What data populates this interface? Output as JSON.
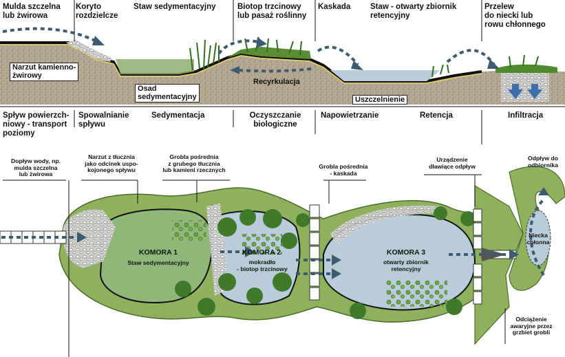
{
  "top_labels": [
    "Mulda szczelna\nlub żwirowa",
    "Koryto\nrozdzielcze",
    "Staw sedymentacyjny",
    "Biotop trzcinowy\nlub pasaż roślinny",
    "Kaskada",
    "Staw - otwarty zbiornik\nretencyjny",
    "Przelew\ndo niecki lub\nrowu chłonnego"
  ],
  "section_labels": {
    "narzut": "Narzut kamienno-\nżwirowy",
    "osad": "Osad\nsedymentacyjny",
    "recyrkulacja": "Recyrkulacja",
    "uszczelnienie": "Uszczelnienie"
  },
  "process_labels": [
    "Spływ powierzch-\nniowy - transport\npoziomy",
    "Spowalnianie\nspływu",
    "Sedymentacja",
    "Oczyszczanie\nbiologiczne",
    "Napowietrzanie",
    "Retencja",
    "Infiltracja"
  ],
  "plan_labels": {
    "doplyw": "Dopływ wody, np.\nmulda szczelna\nlub żwirowa",
    "narzut_tlucznia": "Narzut z tłucznia\njako odcinek uspo-\nkojonego spływu",
    "grobla_posrednia": "Grobla pośrednia\nz grubego tłucznia\nlub kamieni rzecznych",
    "grobla_kaskada": "Grobla pośrednia\n- kaskada",
    "urzadzenie": "Urządzenie\ndławiące odpływ",
    "odplyw": "Odpływ do\nodbiornika",
    "niecka": "Niecka\nchłonna",
    "odciazenie": "Odciążenie\nawaryjne przez\ngrzbiet grobli"
  },
  "chambers": [
    {
      "title": "KOMORA 1",
      "subtitle": "Staw sedymentacyjny"
    },
    {
      "title": "KOMORA 2",
      "subtitle": "mokradło\n- biotop trzcinowy"
    },
    {
      "title": "KOMORA 3",
      "subtitle": "otwarty zbiornik\nretencyjny"
    }
  ],
  "colors": {
    "soil": "#b5a892",
    "water": "#b9ccd9",
    "grass": "#8fb15e",
    "dark_plant": "#3f7a2c",
    "arrow": "#3e5a6e"
  }
}
